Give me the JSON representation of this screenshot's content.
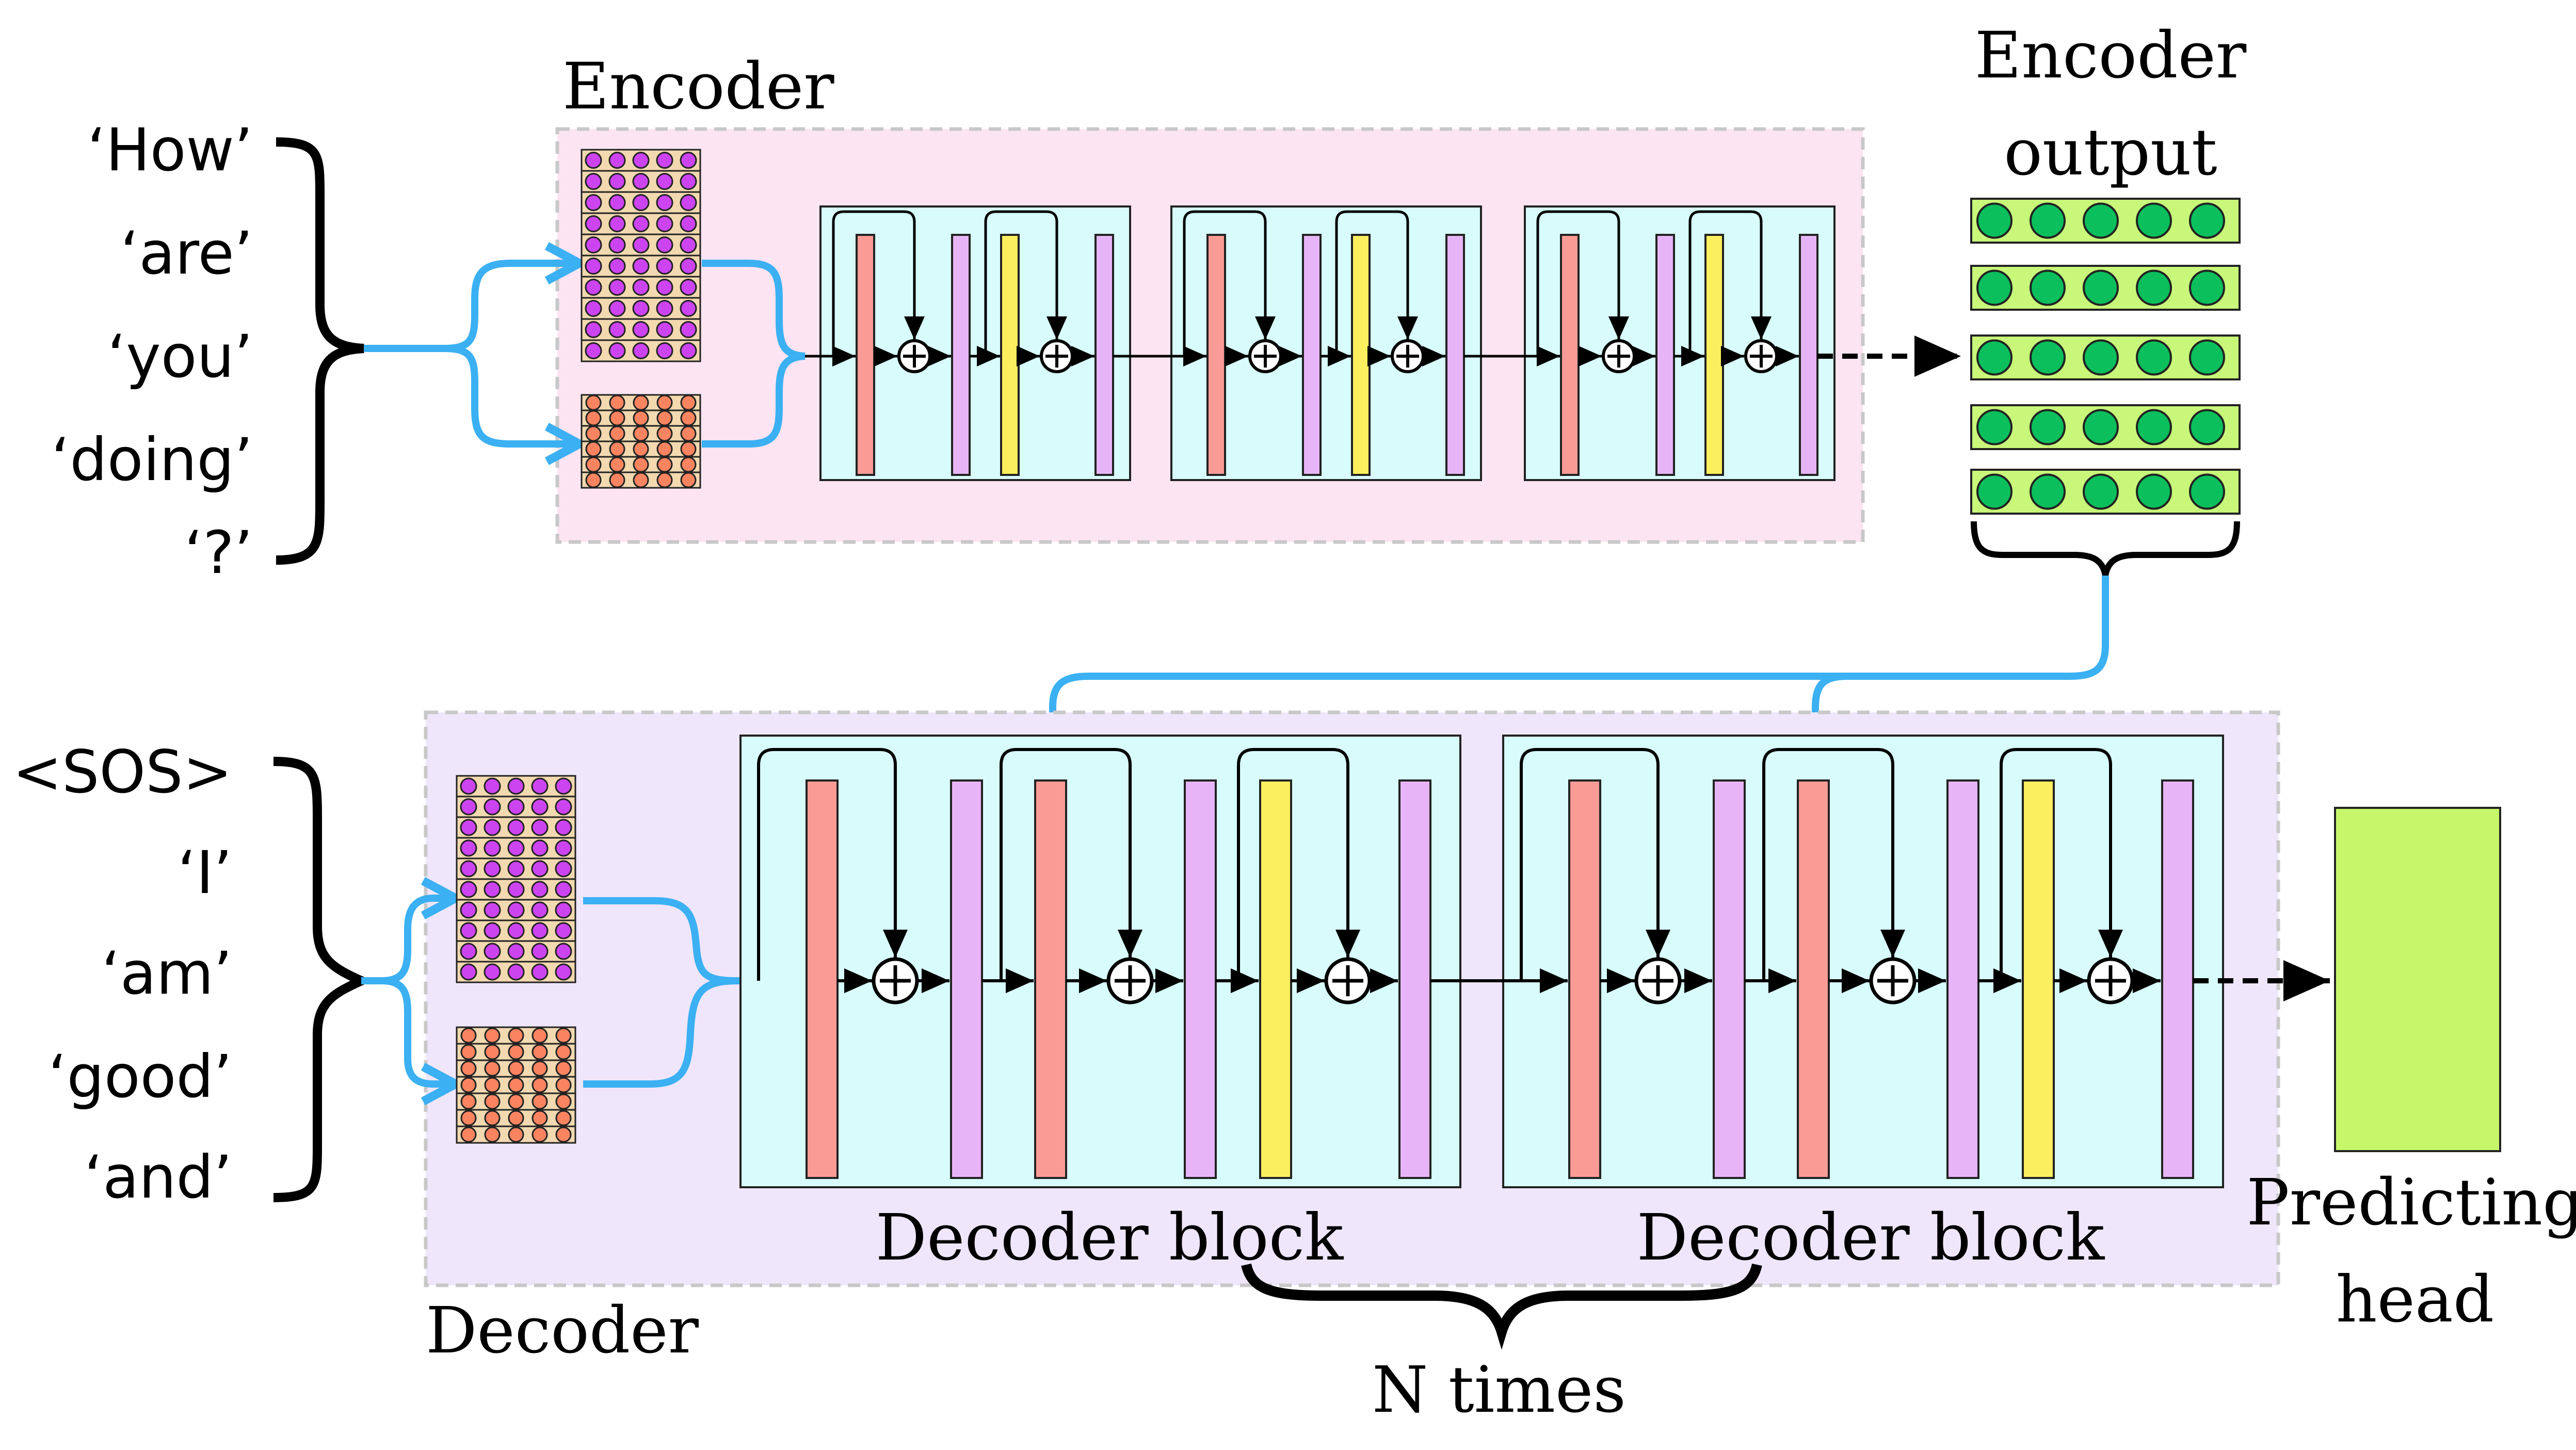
{
  "encoder": {
    "label": "Encoder",
    "input_tokens": [
      "‘How’",
      "‘are’",
      "‘you’",
      "‘doing’",
      "‘?’"
    ],
    "output_label_line1": "Encoder",
    "output_label_line2": "output"
  },
  "decoder": {
    "label": "Decoder",
    "input_tokens": [
      "<SOS>",
      "‘I’",
      "‘am’",
      "‘good’",
      "‘and’"
    ],
    "block_label_1": "Decoder block",
    "block_label_2": "Decoder block",
    "repeat_label": "N times"
  },
  "head": {
    "label_line1": "Predicting",
    "label_line2": "head"
  },
  "colors": {
    "encoder_bg": "#fce4f2",
    "decoder_bg": "#efe6fb",
    "block_bg": "#d8fbfb",
    "attention": "#fb9b96",
    "norm": "#e7b5f7",
    "feedforward": "#fbee5f",
    "embedding_dot": "#cc44f0",
    "positional_dot": "#fb8460",
    "output_vector": "#c8f77a",
    "output_dot": "#0abf5c",
    "flow_arrow": "#3bb0f2",
    "head": "#c6f76a"
  }
}
